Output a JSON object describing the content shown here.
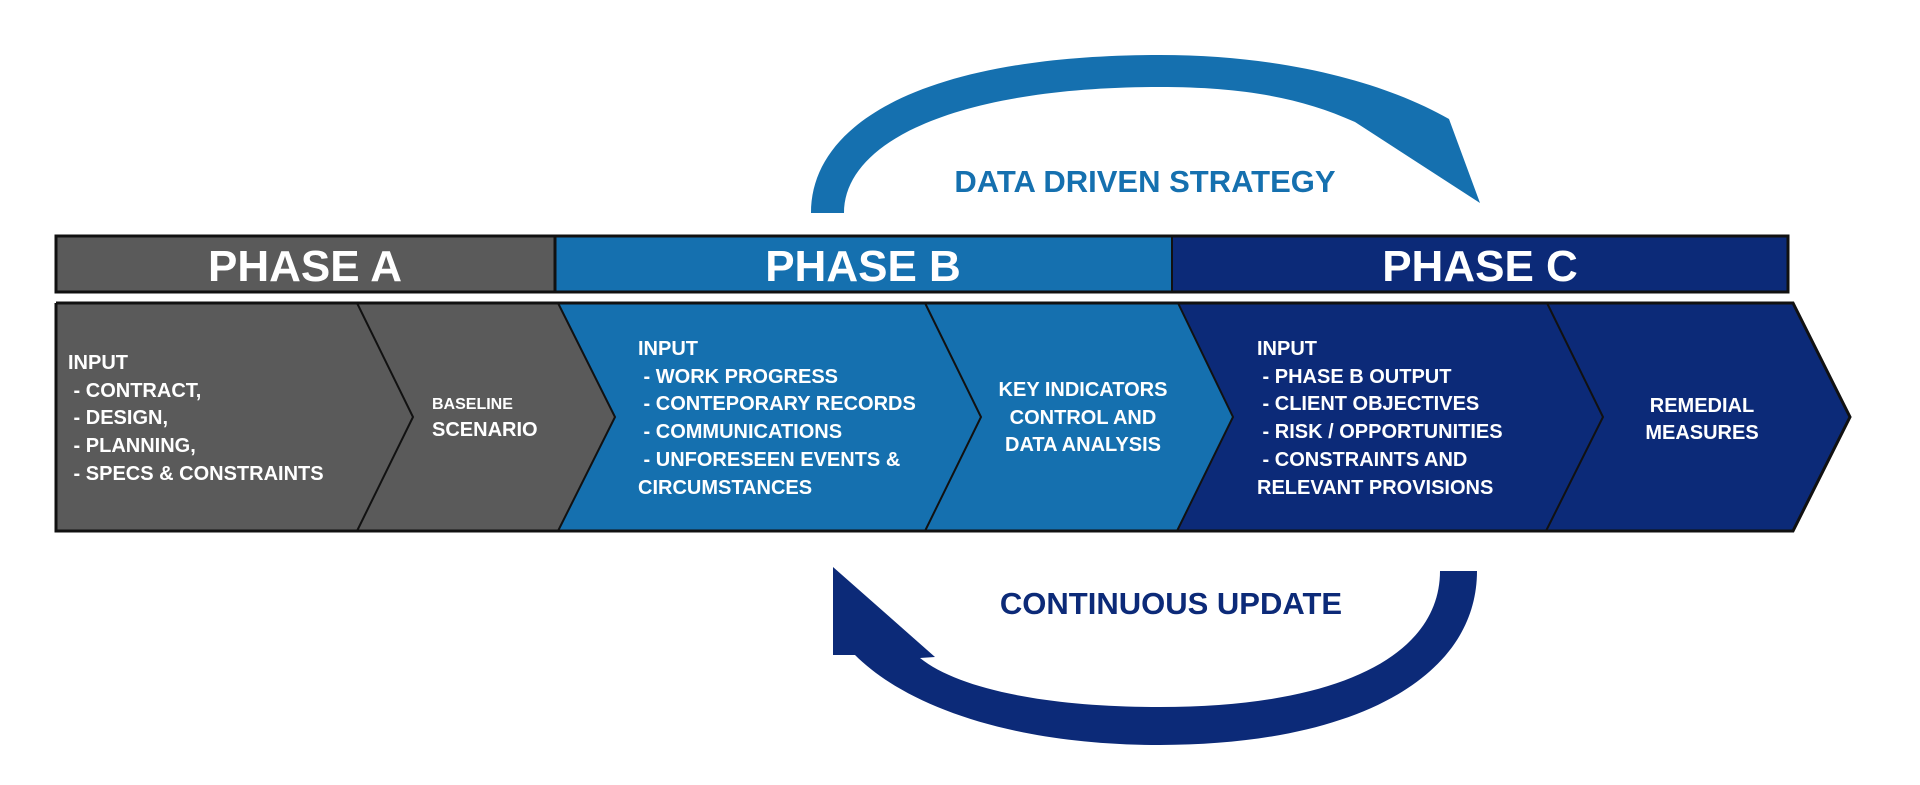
{
  "colors": {
    "phase_a": "#5a5a5a",
    "phase_b": "#1570af",
    "phase_c": "#0c2a78",
    "outline": "#111111",
    "text_light": "#ffffff",
    "arrow_top": "#1570af",
    "arrow_bottom": "#0c2a78"
  },
  "cycle": {
    "top_label": "DATA DRIVEN STRATEGY",
    "bottom_label": "CONTINUOUS UPDATE"
  },
  "phases": [
    {
      "title": "PHASE A",
      "steps": [
        {
          "heading": "INPUT",
          "lines": [
            " - CONTRACT,",
            " - DESIGN,",
            " - PLANNING,",
            " - SPECS & CONSTRAINTS"
          ]
        },
        {
          "heading": "BASELINE",
          "lines": [
            "SCENARIO"
          ]
        }
      ]
    },
    {
      "title": "PHASE B",
      "steps": [
        {
          "heading": "INPUT",
          "lines": [
            " - WORK PROGRESS",
            " - CONTEPORARY RECORDS",
            " - COMMUNICATIONS",
            " - UNFORESEEN EVENTS &",
            "CIRCUMSTANCES"
          ]
        },
        {
          "heading": "",
          "lines": [
            "KEY INDICATORS",
            "CONTROL AND",
            "DATA ANALYSIS"
          ]
        }
      ]
    },
    {
      "title": "PHASE C",
      "steps": [
        {
          "heading": "INPUT",
          "lines": [
            " - PHASE B OUTPUT",
            " - CLIENT OBJECTIVES",
            " - RISK / OPPORTUNITIES",
            " - CONSTRAINTS AND",
            "RELEVANT PROVISIONS"
          ]
        },
        {
          "heading": "",
          "lines": [
            "REMEDIAL",
            "MEASURES"
          ]
        }
      ]
    }
  ]
}
